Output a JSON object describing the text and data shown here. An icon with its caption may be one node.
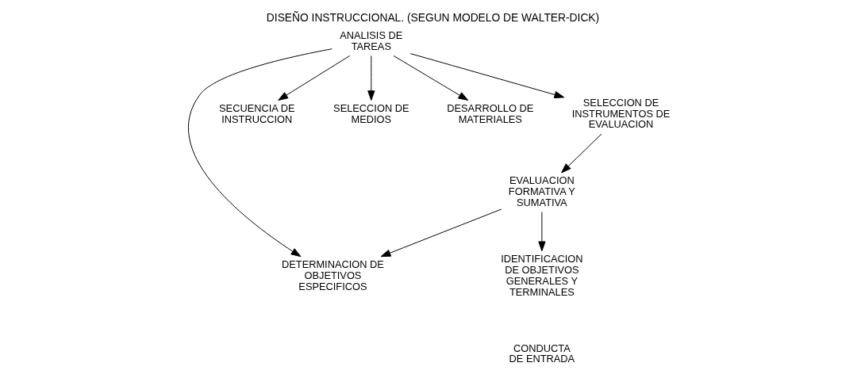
{
  "diagram": {
    "title": "DISEÑO INSTRUCCIONAL. (SEGUN MODELO DE WALTER-DICK)",
    "nodes": [
      {
        "text": [
          "ANALISIS DE TAREAS"
        ]
      },
      {
        "text": [
          "IDENTIFICACION DE OBJETIVOS GENERALES Y TERMINALES"
        ]
      },
      {
        "text": [
          "DETERMINACION DE OBJETIVOS ESPECIFICOS"
        ]
      },
      {
        "text": [
          "SECUENCIA DE INSTRUCCION"
        ]
      },
      {
        "text": [
          "SELECCION DE MEDIOS"
        ]
      },
      {
        "text": [
          "DESARROLLO DE MATERIALES"
        ]
      },
      {
        "text": [
          "SELECCION DE INSTRUMENTOS DE EVALUACION"
        ]
      },
      {
        "text": [
          "EVALUACION FORMATIVA Y SUMATIVA"
        ]
      }
    ],
    "edges": [
      {
        "from": 0,
        "to": 2,
        "arrow": "to"
      },
      {
        "from": 0,
        "to": 3,
        "arrow": "to"
      },
      {
        "from": 0,
        "to": 4,
        "arrow": "to"
      },
      {
        "from": 0,
        "to": 5,
        "arrow": "to"
      },
      {
        "from": 0,
        "to": 6,
        "arrow": "to"
      },
      {
        "from": 6,
        "to": 7,
        "arrow": "to"
      },
      {
        "from": 7,
        "to": 1,
        "arrow": "to"
      },
      {
        "from": 7,
        "to": 2,
        "arrow": "to"
      }
    ],
    "labels": [
      "CONDUCTA DE ENTRADA"
    ]
  }
}
